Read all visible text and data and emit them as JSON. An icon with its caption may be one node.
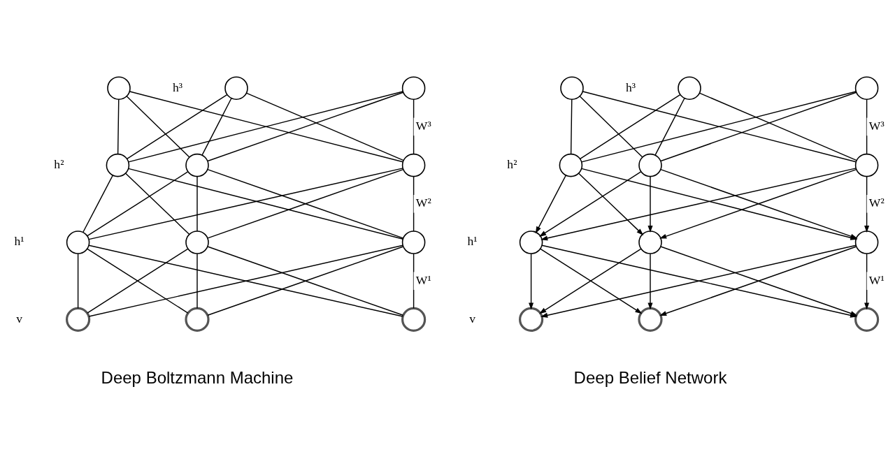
{
  "diagram": {
    "nodes": [
      {
        "text": [],
        "shape": "circle",
        "beside": [
          "h³"
        ]
      },
      {
        "text": [],
        "shape": "circle"
      },
      {
        "text": [],
        "shape": "circle"
      },
      {
        "text": [],
        "shape": "circle",
        "beside": [
          "h²"
        ]
      },
      {
        "text": [],
        "shape": "circle"
      },
      {
        "text": [],
        "shape": "circle"
      },
      {
        "text": [],
        "shape": "circle",
        "beside": [
          "h¹"
        ]
      },
      {
        "text": [],
        "shape": "circle"
      },
      {
        "text": [],
        "shape": "circle"
      },
      {
        "text": [],
        "shape": "circle",
        "beside": [
          "v"
        ]
      },
      {
        "text": [],
        "shape": "circle"
      },
      {
        "text": [],
        "shape": "circle"
      },
      {
        "text": [],
        "shape": "circle",
        "beside": [
          "h³"
        ]
      },
      {
        "text": [],
        "shape": "circle"
      },
      {
        "text": [],
        "shape": "circle"
      },
      {
        "text": [],
        "shape": "circle",
        "beside": [
          "h²"
        ]
      },
      {
        "text": [],
        "shape": "circle"
      },
      {
        "text": [],
        "shape": "circle"
      },
      {
        "text": [],
        "shape": "circle",
        "beside": [
          "h¹"
        ]
      },
      {
        "text": [],
        "shape": "circle"
      },
      {
        "text": [],
        "shape": "circle"
      },
      {
        "text": [],
        "shape": "circle",
        "beside": [
          "v"
        ]
      },
      {
        "text": [],
        "shape": "circle"
      },
      {
        "text": [],
        "shape": "circle"
      }
    ],
    "edges": [
      {
        "from": 0,
        "to": 3,
        "arrow": "none"
      },
      {
        "from": 0,
        "to": 4,
        "arrow": "none"
      },
      {
        "from": 0,
        "to": 5,
        "arrow": "none"
      },
      {
        "from": 1,
        "to": 3,
        "arrow": "none"
      },
      {
        "from": 1,
        "to": 4,
        "arrow": "none"
      },
      {
        "from": 1,
        "to": 5,
        "arrow": "none"
      },
      {
        "from": 2,
        "to": 3,
        "arrow": "none"
      },
      {
        "from": 2,
        "to": 4,
        "arrow": "none"
      },
      {
        "from": 2,
        "to": 5,
        "arrow": "none",
        "label": "W³"
      },
      {
        "from": 3,
        "to": 6,
        "arrow": "none"
      },
      {
        "from": 3,
        "to": 7,
        "arrow": "none"
      },
      {
        "from": 3,
        "to": 8,
        "arrow": "none"
      },
      {
        "from": 4,
        "to": 6,
        "arrow": "none"
      },
      {
        "from": 4,
        "to": 7,
        "arrow": "none"
      },
      {
        "from": 4,
        "to": 8,
        "arrow": "none"
      },
      {
        "from": 5,
        "to": 6,
        "arrow": "none"
      },
      {
        "from": 5,
        "to": 7,
        "arrow": "none"
      },
      {
        "from": 5,
        "to": 8,
        "arrow": "none",
        "label": "W²"
      },
      {
        "from": 6,
        "to": 9,
        "arrow": "none"
      },
      {
        "from": 6,
        "to": 10,
        "arrow": "none"
      },
      {
        "from": 6,
        "to": 11,
        "arrow": "none"
      },
      {
        "from": 7,
        "to": 9,
        "arrow": "none"
      },
      {
        "from": 7,
        "to": 10,
        "arrow": "none"
      },
      {
        "from": 7,
        "to": 11,
        "arrow": "none"
      },
      {
        "from": 8,
        "to": 9,
        "arrow": "none"
      },
      {
        "from": 8,
        "to": 10,
        "arrow": "none"
      },
      {
        "from": 8,
        "to": 11,
        "arrow": "none",
        "label": "W¹"
      },
      {
        "from": 12,
        "to": 15,
        "arrow": "none"
      },
      {
        "from": 12,
        "to": 16,
        "arrow": "none"
      },
      {
        "from": 12,
        "to": 17,
        "arrow": "none"
      },
      {
        "from": 13,
        "to": 15,
        "arrow": "none"
      },
      {
        "from": 13,
        "to": 16,
        "arrow": "none"
      },
      {
        "from": 13,
        "to": 17,
        "arrow": "none"
      },
      {
        "from": 14,
        "to": 15,
        "arrow": "none"
      },
      {
        "from": 14,
        "to": 16,
        "arrow": "none"
      },
      {
        "from": 14,
        "to": 17,
        "arrow": "none",
        "label": "W³"
      },
      {
        "from": 15,
        "to": 18,
        "arrow": "to"
      },
      {
        "from": 15,
        "to": 19,
        "arrow": "to"
      },
      {
        "from": 15,
        "to": 20,
        "arrow": "to"
      },
      {
        "from": 16,
        "to": 18,
        "arrow": "to"
      },
      {
        "from": 16,
        "to": 19,
        "arrow": "to"
      },
      {
        "from": 16,
        "to": 20,
        "arrow": "to"
      },
      {
        "from": 17,
        "to": 18,
        "arrow": "to"
      },
      {
        "from": 17,
        "to": 19,
        "arrow": "to"
      },
      {
        "from": 17,
        "to": 20,
        "arrow": "to",
        "label": "W²"
      },
      {
        "from": 18,
        "to": 21,
        "arrow": "to"
      },
      {
        "from": 18,
        "to": 22,
        "arrow": "to"
      },
      {
        "from": 18,
        "to": 23,
        "arrow": "to"
      },
      {
        "from": 19,
        "to": 21,
        "arrow": "to"
      },
      {
        "from": 19,
        "to": 22,
        "arrow": "to"
      },
      {
        "from": 19,
        "to": 23,
        "arrow": "to"
      },
      {
        "from": 20,
        "to": 21,
        "arrow": "to"
      },
      {
        "from": 20,
        "to": 22,
        "arrow": "to"
      },
      {
        "from": 20,
        "to": 23,
        "arrow": "to",
        "label": "W¹"
      }
    ],
    "labels": [
      "Deep Boltzmann Machine",
      "Deep Belief Network"
    ]
  }
}
